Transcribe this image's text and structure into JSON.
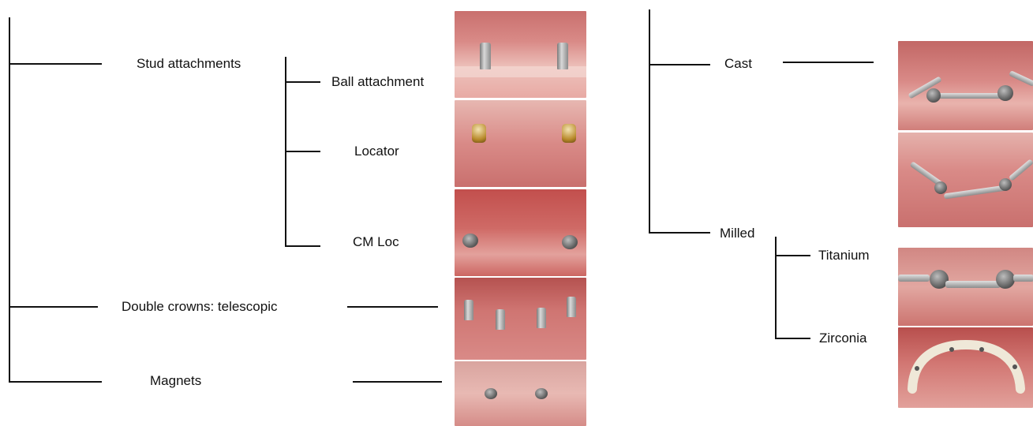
{
  "left_tree": {
    "stud_attachments": "Stud attachments",
    "ball_attachment": "Ball attachment",
    "locator": "Locator",
    "cm_loc": "CM Loc",
    "double_crowns": "Double crowns: telescopic",
    "magnets": "Magnets"
  },
  "right_tree": {
    "cast": "Cast",
    "milled": "Milled",
    "titanium": "Titanium",
    "zirconia": "Zirconia"
  },
  "colors": {
    "gum_pink": "#d98a87",
    "gum_light": "#e9b3ad",
    "gum_dark": "#b5514f",
    "metal": "#a9a9a9",
    "zirconia": "#efe8d8"
  }
}
